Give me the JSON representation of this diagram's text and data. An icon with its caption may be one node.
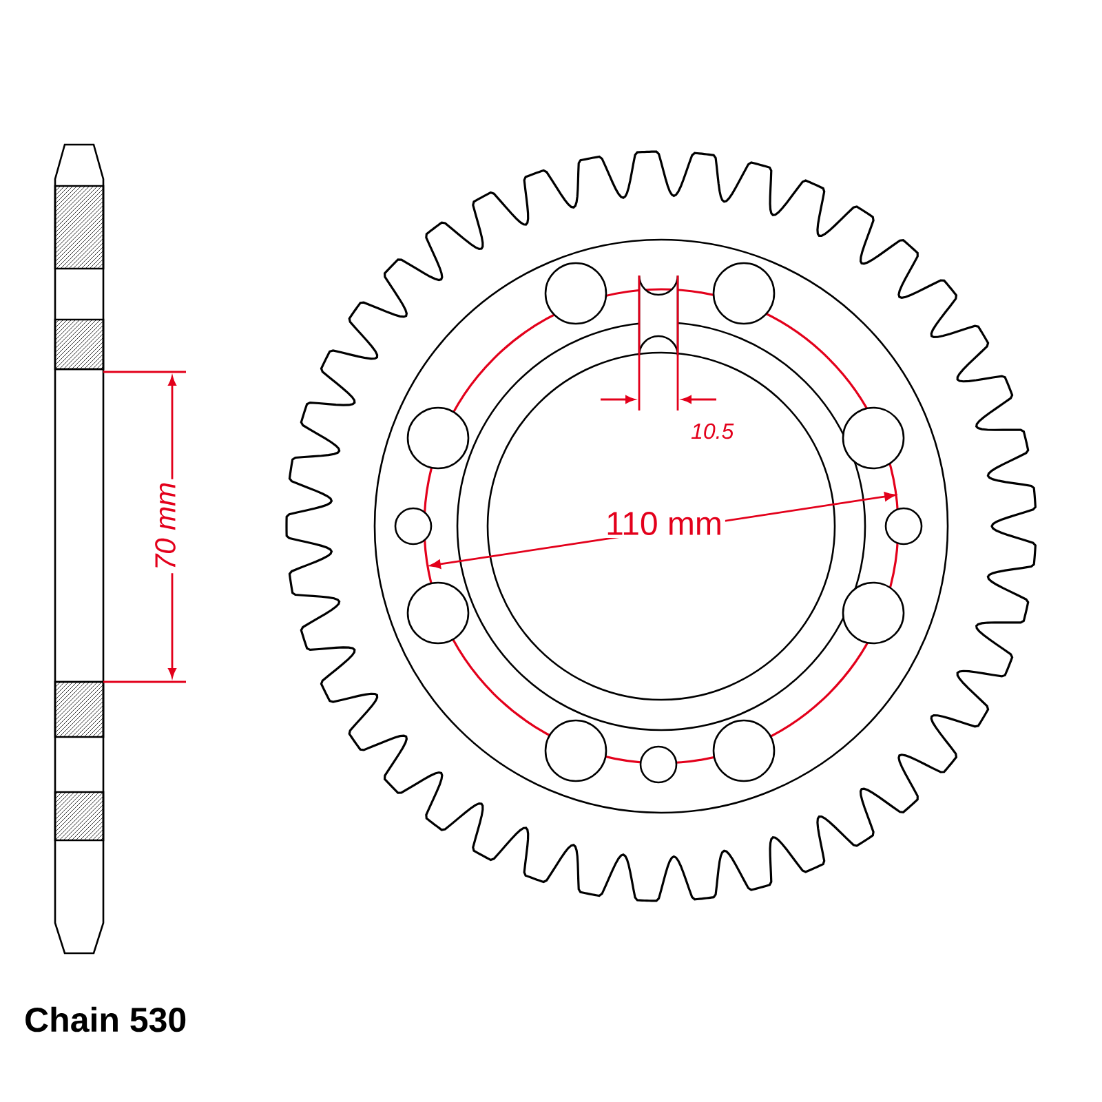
{
  "diagram": {
    "labels": [
      "70 mm",
      "10.5",
      "110 mm",
      "Chain 530"
    ]
  }
}
